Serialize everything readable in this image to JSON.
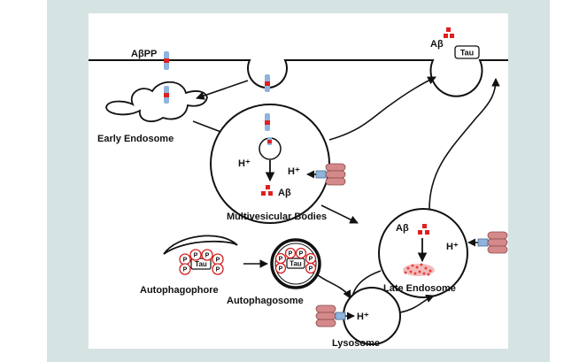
{
  "labels": {
    "abpp": "AβPP",
    "abeta_top": "Aβ",
    "tau_top": "Tau",
    "early_endosome": "Early Endosome",
    "hplus_mvb_inner": "H⁺",
    "hplus_mvb_pump": "H⁺",
    "abeta_mvb": "Aβ",
    "mvb": "Multivesicular Bodies",
    "abeta_late": "Aβ",
    "hplus_late": "H⁺",
    "late_endosome": "Late Endosome",
    "tau_phagophore": "Tau",
    "tau_phagosome": "Tau",
    "phospho": "P",
    "autophagophore": "Autophagophore",
    "autophagosome": "Autophagosome",
    "hplus_lysosome": "H⁺",
    "lysosome": "Lysosome"
  },
  "colors": {
    "frame": "#d5e3e3",
    "panel": "#ffffff",
    "membrane": "#111111",
    "abeta": "#e02020",
    "receptor_blue": "#8fb4de",
    "pump": "#d48a8a",
    "phospho_ring": "#d42020"
  }
}
